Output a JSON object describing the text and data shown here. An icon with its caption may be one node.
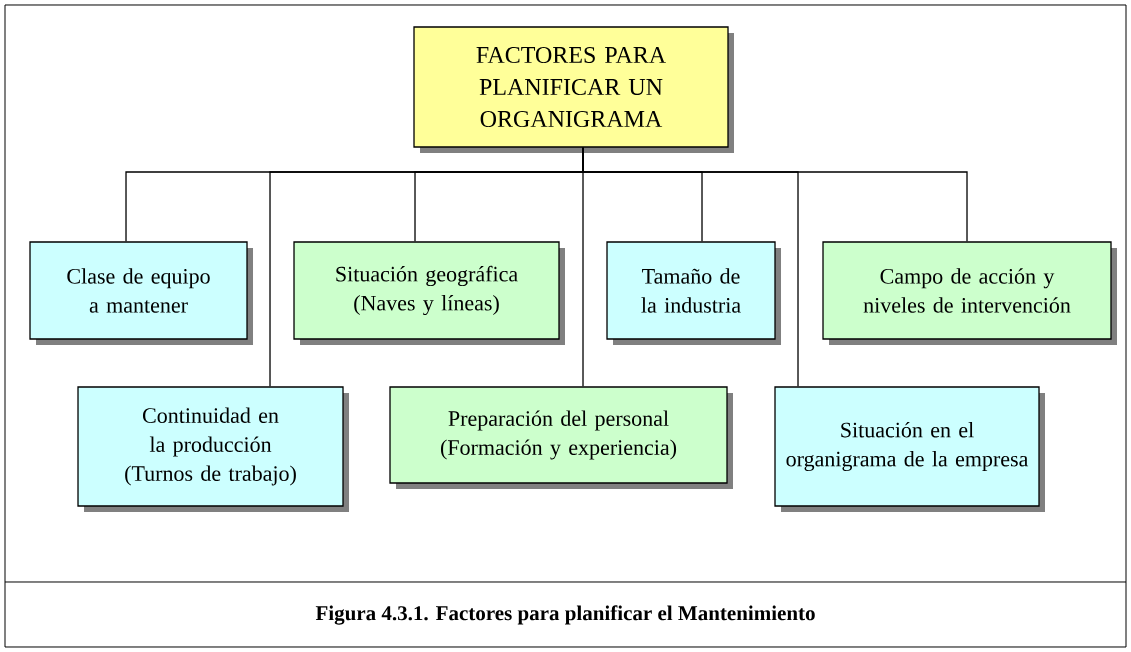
{
  "diagram": {
    "caption": "Figura 4.3.1. Factores para planificar el Mantenimiento",
    "nodes": [
      {
        "text": [
          "FACTORES PARA PLANIFICAR UN ORGANIGRAMA"
        ]
      },
      {
        "text": [
          "Clase de equipo a mantener"
        ]
      },
      {
        "text": [
          "Situación geográfica (Naves y líneas)"
        ]
      },
      {
        "text": [
          "Tamaño de la industria"
        ]
      },
      {
        "text": [
          "Campo de acción y niveles de intervención"
        ]
      },
      {
        "text": [
          "Continuidad en la producción (Turnos de trabajo)"
        ]
      },
      {
        "text": [
          "Preparación del personal (Formación y experiencia)"
        ]
      },
      {
        "text": [
          "Situación en el organigrama de la empresa"
        ]
      }
    ],
    "edges": [
      {
        "from": 0,
        "to": 1,
        "arrow": "none"
      },
      {
        "from": 0,
        "to": 5,
        "arrow": "none"
      },
      {
        "from": 0,
        "to": 2,
        "arrow": "none"
      },
      {
        "from": 0,
        "to": 6,
        "arrow": "none"
      },
      {
        "from": 0,
        "to": 3,
        "arrow": "none"
      },
      {
        "from": 0,
        "to": 7,
        "arrow": "none"
      },
      {
        "from": 0,
        "to": 4,
        "arrow": "none"
      }
    ]
  }
}
